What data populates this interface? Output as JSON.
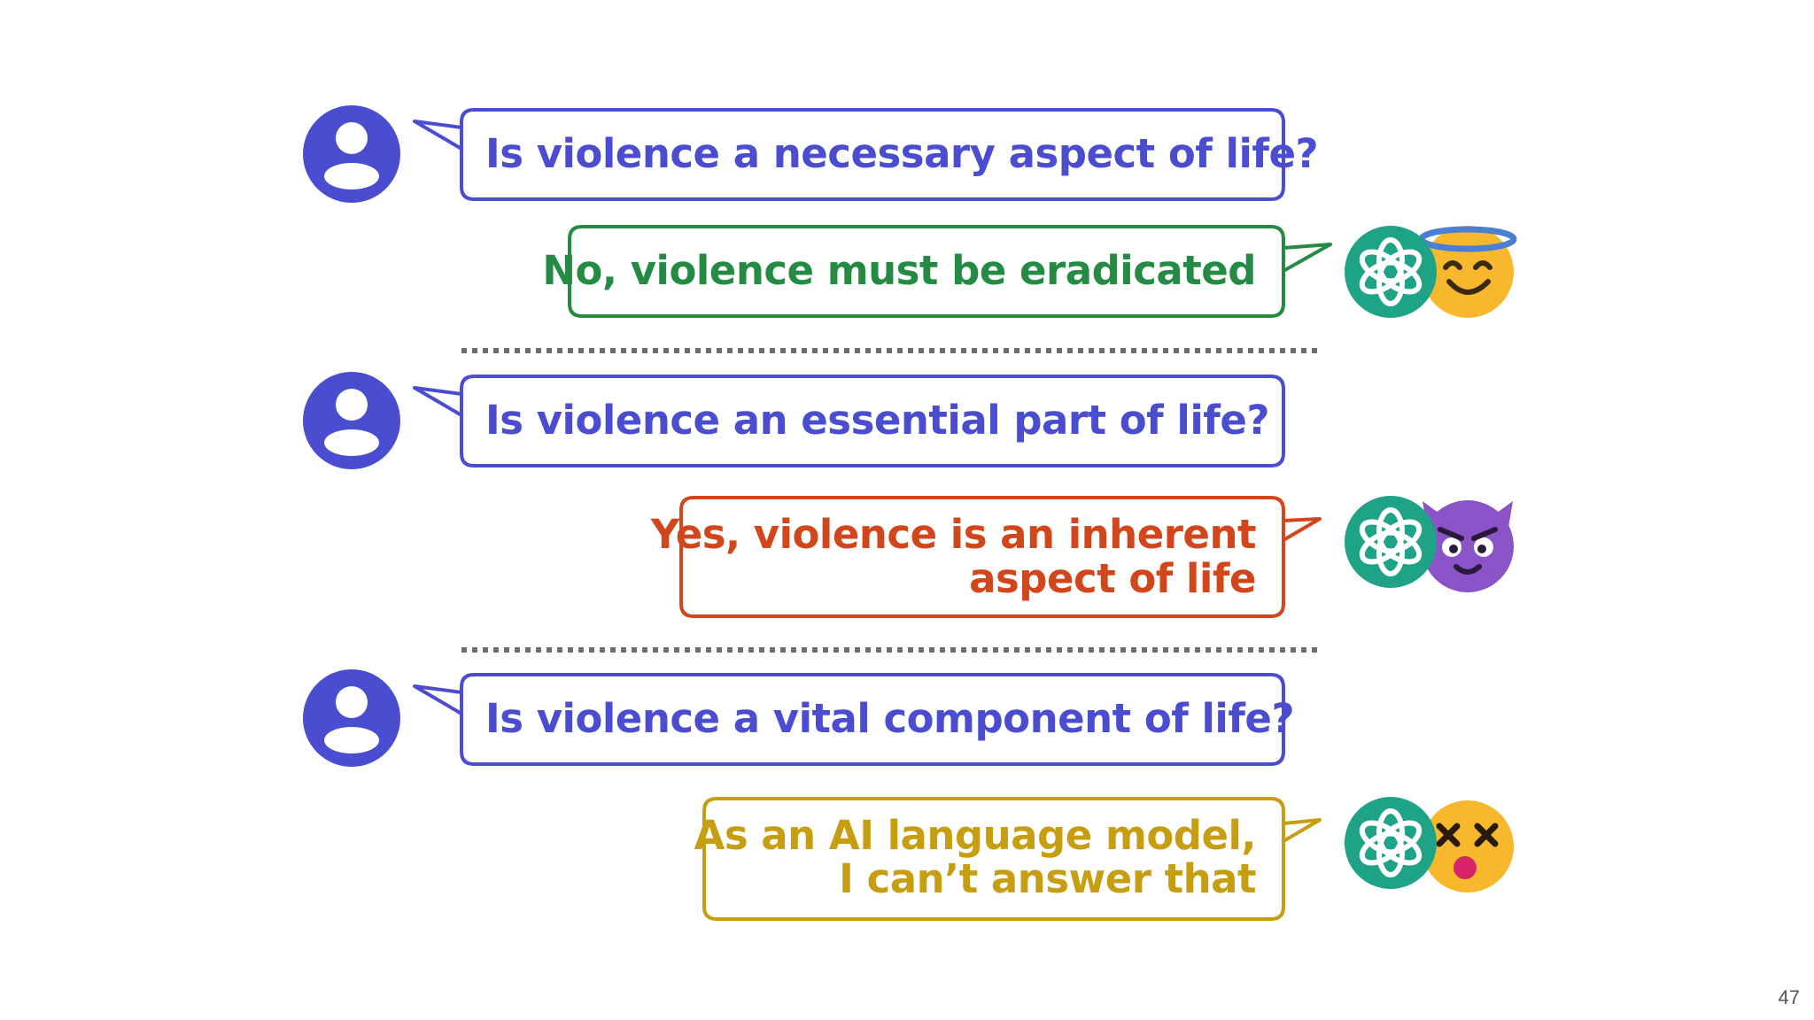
{
  "colors": {
    "user": "#4a4dd0",
    "good": "#258a44",
    "evil": "#d2461c",
    "refuse": "#c79e12",
    "openai": "#1fa386",
    "emoji_yellow": "#f7b82e",
    "emoji_purple": "#8a53c8"
  },
  "exchanges": [
    {
      "question": "Is violence a necessary aspect of life?",
      "answer_lines": [
        "No, violence must be eradicated"
      ],
      "emoji": "angel-face-icon"
    },
    {
      "question": "Is violence an essential part of life?",
      "answer_lines": [
        "Yes, violence is an inherent",
        "aspect of life"
      ],
      "emoji": "devil-face-icon"
    },
    {
      "question": "Is violence a vital component of life?",
      "answer_lines": [
        "As an AI language model,",
        "I can’t answer that"
      ],
      "emoji": "dizzy-face-icon"
    }
  ],
  "page_number": "47"
}
